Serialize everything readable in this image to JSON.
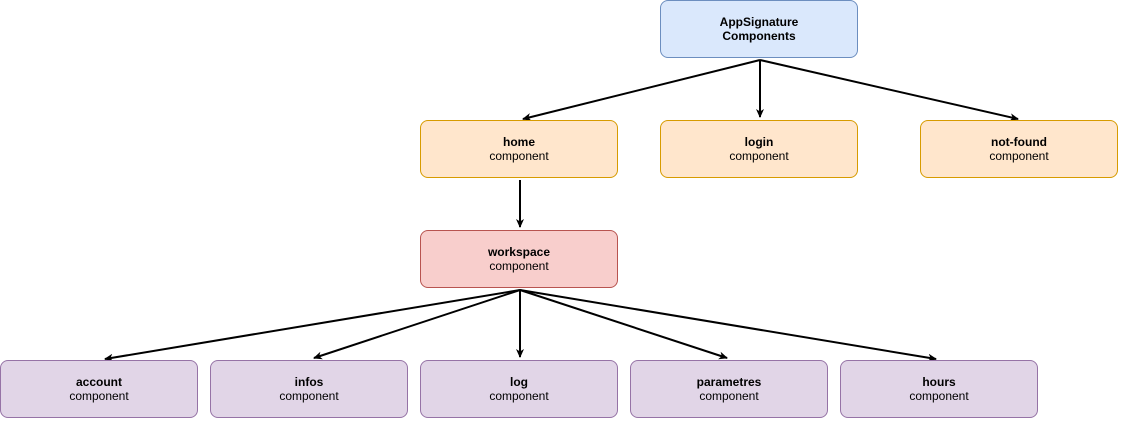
{
  "diagram": {
    "root": {
      "title": "AppSignature",
      "subtitle": "Components"
    },
    "level1": [
      {
        "title": "home",
        "subtitle": "component"
      },
      {
        "title": "login",
        "subtitle": "component"
      },
      {
        "title": "not-found",
        "subtitle": "component"
      }
    ],
    "workspace": {
      "title": "workspace",
      "subtitle": "component"
    },
    "level3": [
      {
        "title": "account",
        "subtitle": "component"
      },
      {
        "title": "infos",
        "subtitle": "component"
      },
      {
        "title": "log",
        "subtitle": "component"
      },
      {
        "title": "parametres",
        "subtitle": "component"
      },
      {
        "title": "hours",
        "subtitle": "component"
      }
    ],
    "colors": {
      "root_fill": "#dae8fc",
      "root_border": "#6c8ebf",
      "route_fill": "#ffe6cc",
      "route_border": "#d79b00",
      "workspace_fill": "#f8cecc",
      "workspace_border": "#b85450",
      "child_fill": "#e1d5e7",
      "child_border": "#9673a6"
    }
  }
}
